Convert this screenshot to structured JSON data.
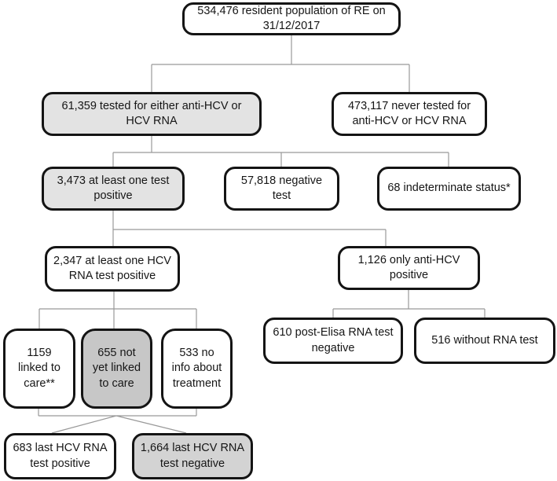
{
  "diagram": {
    "description_visible_text_only": "HCV testing flow diagram",
    "colors": {
      "box_border": "#141414",
      "box_fill_default": "#ffffff",
      "box_fill_shaded_light": "#e3e3e3",
      "box_fill_shaded_mid": "#c7c7c7",
      "box_fill_shaded_soft": "#d3d3d3",
      "connector_line": "#999999",
      "text": "#161616"
    },
    "nodes": {
      "population": {
        "label": "534,476 resident population of RE on 31/12/2017",
        "shaded": false
      },
      "tested": {
        "label": "61,359 tested for either anti-HCV or HCV RNA",
        "shaded": true
      },
      "never_tested": {
        "label": "473,117 never tested for anti-HCV or HCV RNA",
        "shaded": false
      },
      "test_positive": {
        "label": "3,473 at least one test positive",
        "shaded": true
      },
      "negative_test": {
        "label": "57,818 negative test",
        "shaded": false
      },
      "indeterminate": {
        "label": "68 indeterminate status*",
        "shaded": false
      },
      "rna_positive": {
        "label": "2,347 at least one HCV RNA test positive",
        "shaded": false
      },
      "only_antihcv": {
        "label": "1,126 only anti-HCV positive",
        "shaded": false
      },
      "linked_care": {
        "label": "1159 linked to care**",
        "shaded": false
      },
      "not_linked_care": {
        "label": "655 not yet linked to care",
        "shaded": true
      },
      "no_info": {
        "label": "533 no info about treatment",
        "shaded": false
      },
      "post_elisa_neg": {
        "label": "610 post-Elisa RNA test negative",
        "shaded": false
      },
      "without_rna": {
        "label": "516 without RNA test",
        "shaded": false
      },
      "last_rna_pos": {
        "label": "683 last HCV RNA test positive",
        "shaded": false
      },
      "last_rna_neg": {
        "label": "1,664 last HCV RNA test negative",
        "shaded": true
      }
    }
  }
}
